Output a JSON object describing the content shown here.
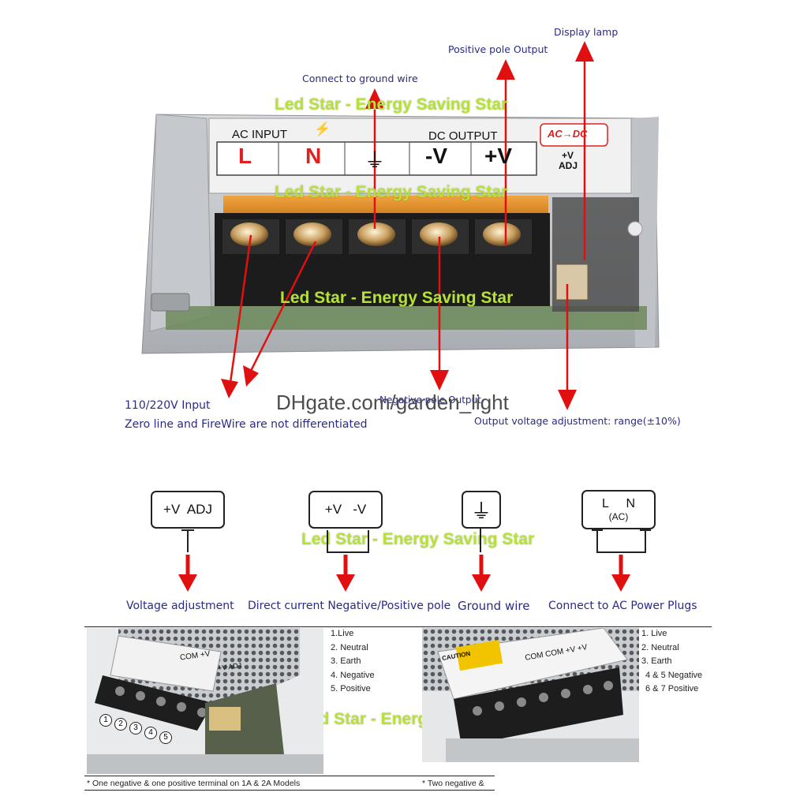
{
  "top_labels": {
    "display_lamp": "Display lamp",
    "positive_output": "Positive pole Output",
    "ground": "Connect to ground wire",
    "input_line1": "110/220V Input",
    "input_line2": "Zero line and  FireWire are not differentiated",
    "negative_output": "Negative pole Output",
    "voltage_adj": "Output voltage adjustment: range(±10%)"
  },
  "panel": {
    "ac_input": "AC INPUT",
    "dc_output": "DC OUTPUT",
    "badge": "AC→DC",
    "adj_line1": "+V",
    "adj_line2": "ADJ",
    "terminals": [
      "L",
      "N",
      "⏚",
      "-V",
      "+V"
    ]
  },
  "watermark": "Led Star - Energy Saving Star",
  "site_watermark": "DHgate.com/garden_light",
  "symbols": [
    {
      "box": "+V  ADJ",
      "label": "Voltage adjustment"
    },
    {
      "box": "+V   -V",
      "label": "Direct current Negative/Positive pole"
    },
    {
      "box": "⏚",
      "label": "Ground wire"
    },
    {
      "box_top": "L     N",
      "box_sub": "(AC)",
      "label": "Connect to AC Power Plugs"
    }
  ],
  "left_model": {
    "items": [
      "1.Live",
      "2. Neutral",
      "3. Earth",
      "4. Negative",
      "5. Positive"
    ],
    "circles": [
      "1",
      "2",
      "3",
      "4",
      "5"
    ],
    "footnote": "* One negative & one positive terminal on 1A & 2A Models",
    "panel_text": "COM +V",
    "panel_text2": "+V ADJ"
  },
  "right_model": {
    "items": [
      "1. Live",
      "2. Neutral",
      "3. Earth",
      "4 & 5 Negative",
      "6 & 7 Positive"
    ],
    "footnote": "* Two negative &",
    "panel_text": "COM COM +V +V",
    "caution": "CAUTION"
  },
  "colors": {
    "arrow": "#e01010",
    "label": "#2a2a8a",
    "watermark": "#b8e03a",
    "terminal_red": "#e02020"
  }
}
